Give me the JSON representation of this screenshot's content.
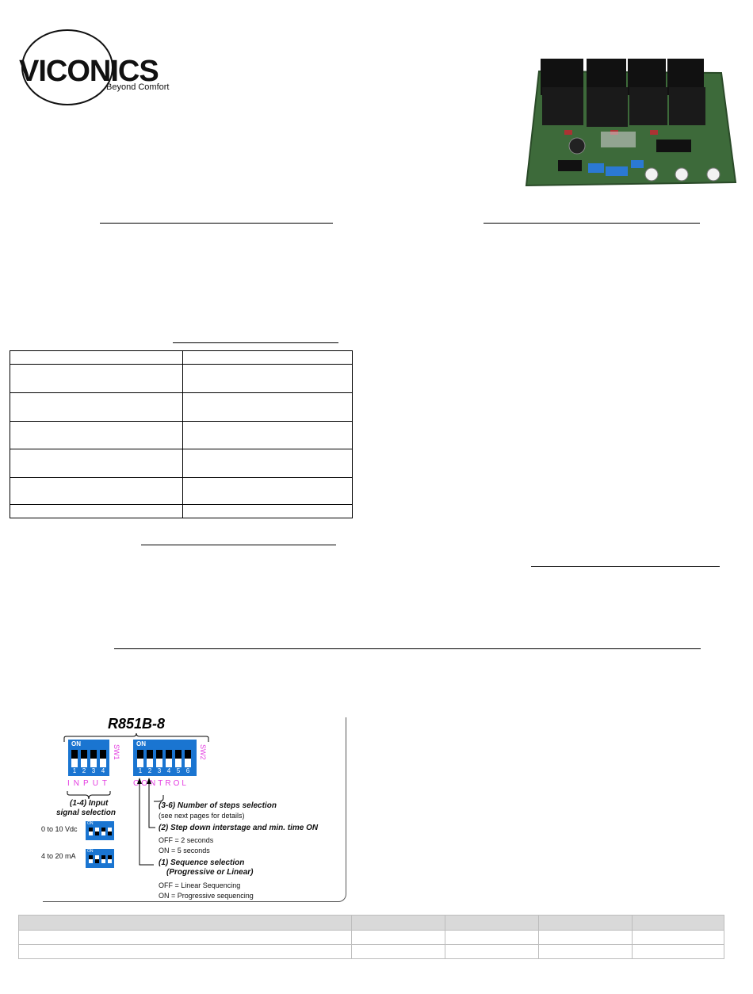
{
  "brand": {
    "name": "VICONICS",
    "tagline": "Beyond Comfort",
    "accent_color": "#3cb43c"
  },
  "diagram": {
    "title": "R851B-8",
    "sw1": {
      "on_label": "ON",
      "numbers": [
        "1",
        "2",
        "3",
        "4"
      ],
      "side_label": "SW1",
      "letters": [
        "I",
        "N",
        "P",
        "U",
        "T"
      ]
    },
    "sw2": {
      "on_label": "ON",
      "numbers": [
        "1",
        "2",
        "3",
        "4",
        "5",
        "6"
      ],
      "side_label": "SW2",
      "letters": [
        "C",
        "O",
        "N",
        "T",
        "R",
        "O",
        "L"
      ]
    },
    "input": {
      "heading_line1": "(1-4) Input",
      "heading_line2": "signal selection",
      "options": [
        {
          "label": "0 to 10 Vdc",
          "on_label": "ON"
        },
        {
          "label": "4 to 20 mA",
          "on_label": "ON"
        }
      ]
    },
    "steps": {
      "heading": "(3-6) Number of steps selection",
      "note": "(see next pages for details)"
    },
    "step_down": {
      "heading": "(2) Step down interstage and min. time ON",
      "off": "OFF = 2 seconds",
      "on": "ON   = 5 seconds"
    },
    "sequence": {
      "heading_line1": "(1) Sequence selection",
      "heading_line2": "(Progressive or Linear)",
      "off": "OFF = Linear Sequencing",
      "on": "ON   = Progressive sequencing"
    }
  },
  "icons": {
    "product_photo": "relay-board-photo-icon"
  }
}
